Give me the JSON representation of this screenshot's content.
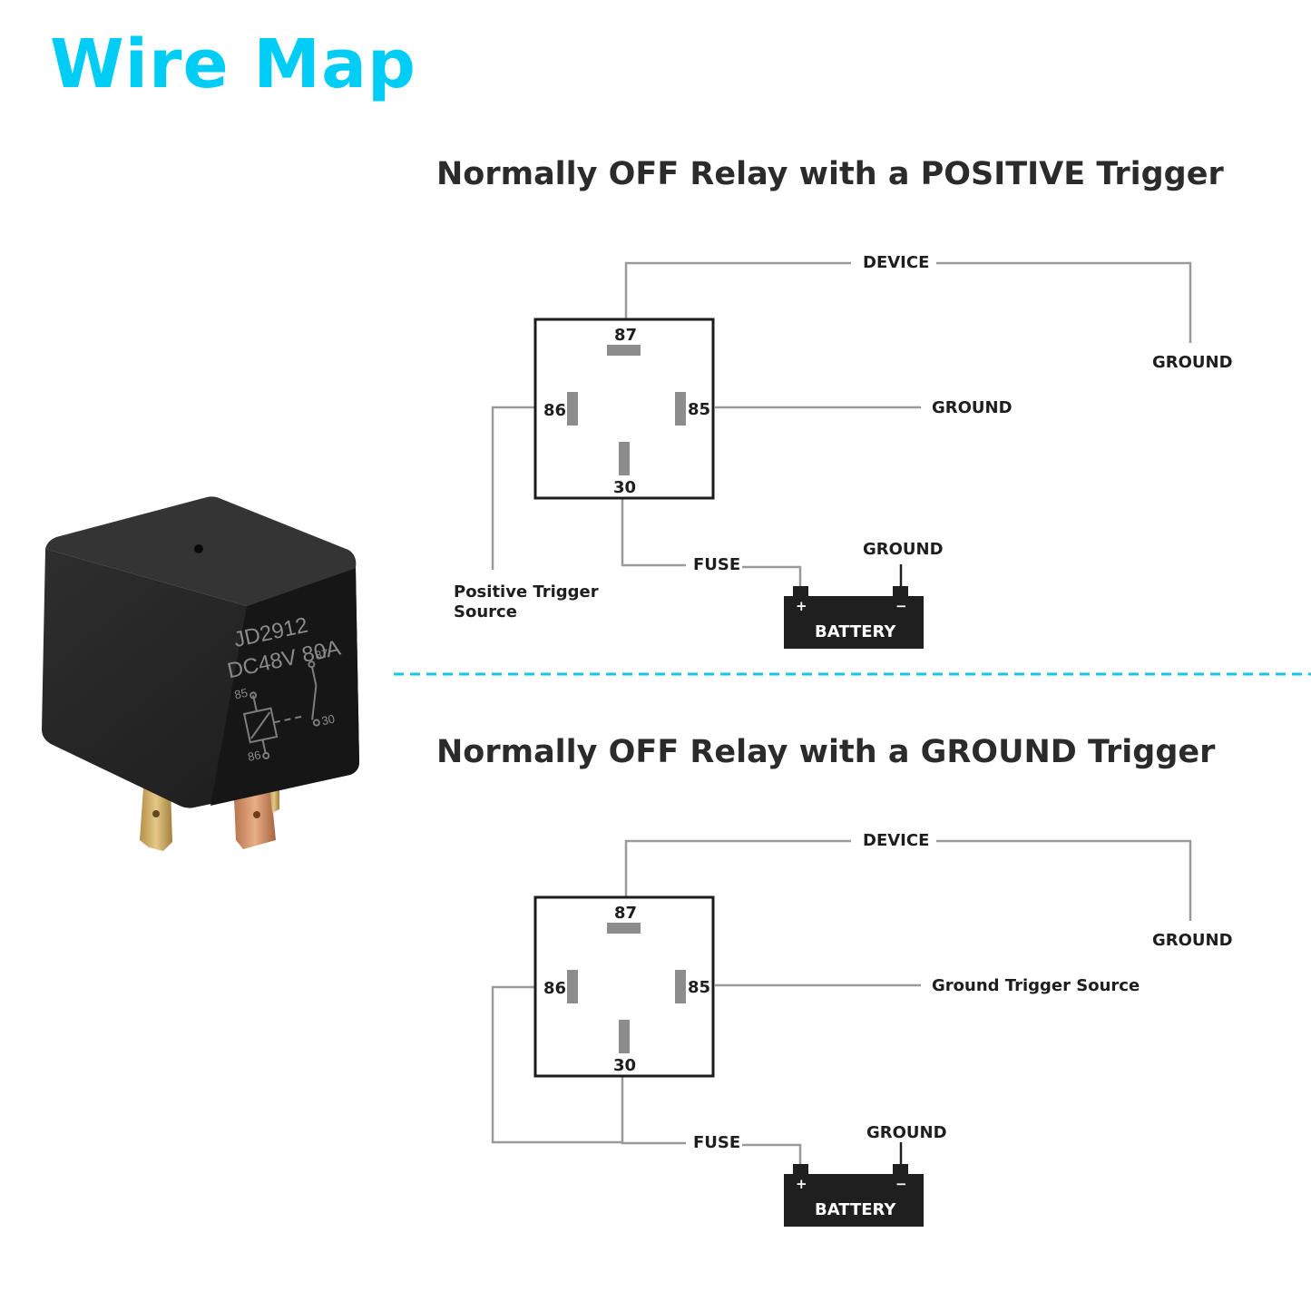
{
  "title": "Wire Map",
  "colors": {
    "title": "#00cdf5",
    "divider": "#18c4e6",
    "wire": "#9a9a9a",
    "battery": "#1f1f1f",
    "relay_body": "#262626"
  },
  "relay_photo": {
    "model_text": "JD2912",
    "rating_text": "DC48V 80A",
    "pin_85": "85",
    "pin_86": "86",
    "pin_87": "87",
    "pin_30": "30"
  },
  "diagrams": [
    {
      "heading": "Normally OFF Relay with a POSITIVE Trigger",
      "terminals": {
        "t87": "87",
        "t86": "86",
        "t85": "85",
        "t30": "30"
      },
      "labels": {
        "device": "DEVICE",
        "device_ground": "GROUND",
        "right_85": "GROUND",
        "left_86_line1": "Positive Trigger",
        "left_86_line2": "Source",
        "fuse": "FUSE",
        "battery_ground": "GROUND",
        "battery": "BATTERY",
        "plus": "+",
        "minus": "−"
      }
    },
    {
      "heading": "Normally OFF Relay with a GROUND Trigger",
      "terminals": {
        "t87": "87",
        "t86": "86",
        "t85": "85",
        "t30": "30"
      },
      "labels": {
        "device": "DEVICE",
        "device_ground": "GROUND",
        "right_85": "Ground Trigger Source",
        "fuse": "FUSE",
        "battery_ground": "GROUND",
        "battery": "BATTERY",
        "plus": "+",
        "minus": "−"
      }
    }
  ]
}
